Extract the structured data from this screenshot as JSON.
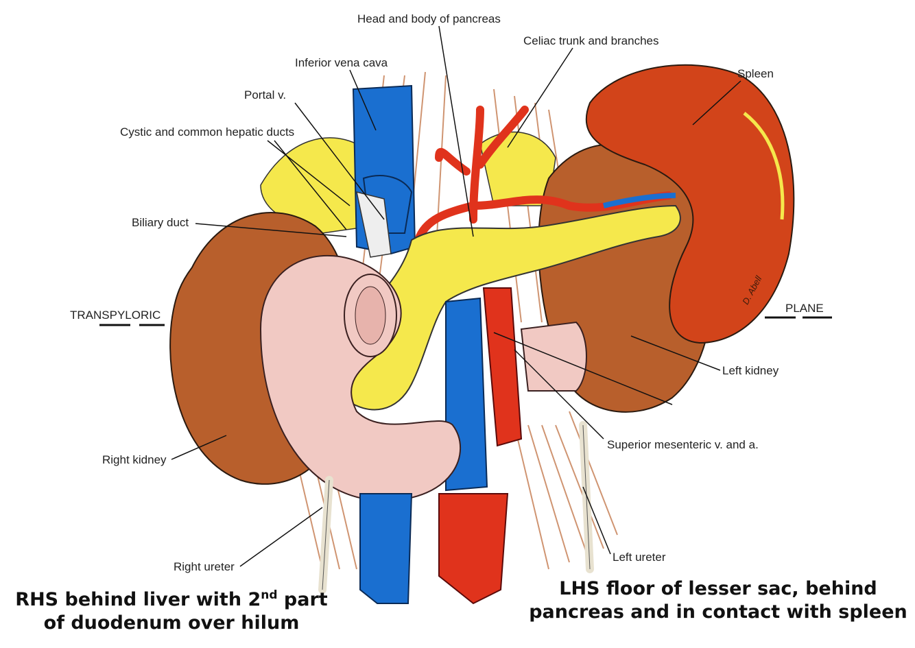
{
  "labels": {
    "head_body_pancreas": "Head and body of pancreas",
    "celiac_trunk": "Celiac trunk and branches",
    "inferior_vena_cava": "Inferior vena cava",
    "spleen": "Spleen",
    "portal_v": "Portal v.",
    "cystic_ducts": "Cystic and common hepatic ducts",
    "biliary_duct": "Biliary duct",
    "transpyloric": "TRANSPYLORIC",
    "plane": "PLANE",
    "left_kidney": "Left kidney",
    "superior_mesenteric": "Superior mesenteric v. and a.",
    "right_kidney": "Right kidney",
    "left_ureter": "Left ureter",
    "right_ureter": "Right ureter"
  },
  "captions": {
    "rhs_line1_pre": "RHS behind liver with 2",
    "rhs_line1_sup": "nd",
    "rhs_line1_post": " part",
    "rhs_line2": "of duodenum over hilum",
    "lhs_line1": "LHS floor of lesser sac, behind",
    "lhs_line2": "pancreas and in contact with spleen"
  },
  "signature": "D. Abell",
  "colors": {
    "kidney": "#b85f2c",
    "spleen": "#d2441a",
    "pancreas": "#f5e84c",
    "duodenum": "#f1c9c3",
    "vein": "#1a6fd0",
    "artery": "#e0331c",
    "muscle": "#c47a4e"
  }
}
